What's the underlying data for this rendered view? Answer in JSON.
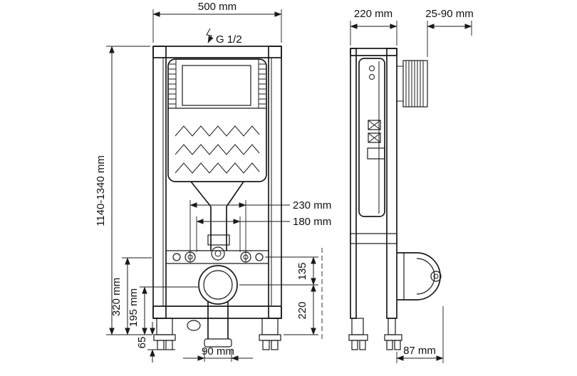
{
  "drawing": {
    "front_view": {
      "labels": {
        "width": "500 mm",
        "supply": "G 1/2",
        "height_range": "1140-1340 mm",
        "spacing_outer": "230 mm",
        "spacing_inner": "180 mm",
        "axis_135": "135",
        "axis_220": "220",
        "height_320": "320 mm",
        "height_195": "195 mm",
        "foot_65": "65",
        "outlet_90": "90 mm"
      }
    },
    "side_view": {
      "labels": {
        "depth": "220 mm",
        "panel_range": "25-90 mm",
        "outlet_87": "87 mm"
      }
    },
    "colors": {
      "line": "#1a1a1a",
      "background": "#ffffff"
    }
  }
}
